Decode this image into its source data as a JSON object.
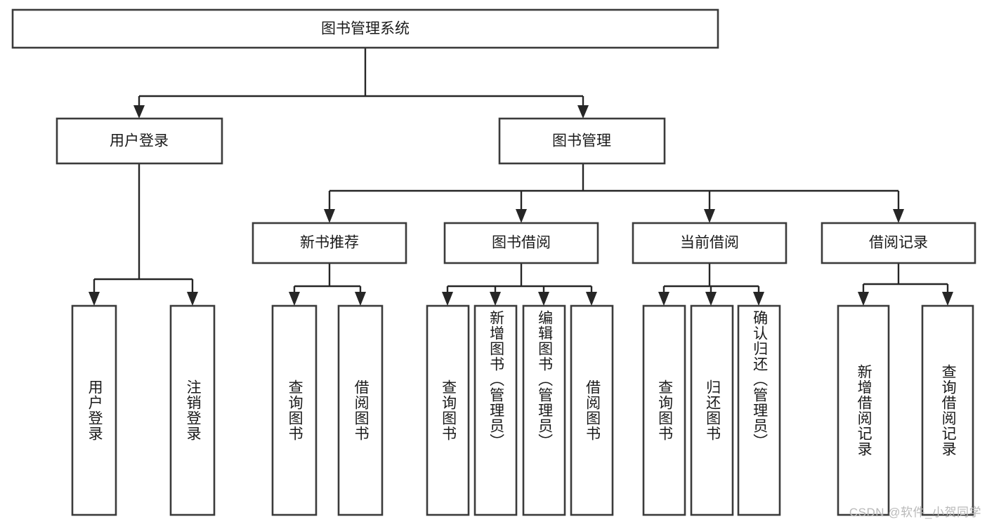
{
  "diagram": {
    "title": "图书管理系统",
    "type": "tree-hierarchy-diagram",
    "watermark": "CSDN @软件_小贺同学",
    "colors": {
      "box_stroke": "#3b3b3b",
      "box_fill": "#ffffff",
      "connector": "#262626",
      "text": "#1a1a1a",
      "watermark": "#b9b9b9",
      "background": "#ffffff"
    },
    "root": {
      "label": "图书管理系统",
      "orientation": "horizontal"
    },
    "level2": [
      {
        "label": "用户登录",
        "orientation": "horizontal"
      },
      {
        "label": "图书管理",
        "orientation": "horizontal"
      }
    ],
    "level3": [
      {
        "label": "新书推荐",
        "orientation": "horizontal"
      },
      {
        "label": "图书借阅",
        "orientation": "horizontal"
      },
      {
        "label": "当前借阅",
        "orientation": "horizontal"
      },
      {
        "label": "借阅记录",
        "orientation": "horizontal"
      }
    ],
    "leaves": {
      "user_login": [
        {
          "label": "用户登录",
          "orientation": "vertical"
        },
        {
          "label": "注销登录",
          "orientation": "vertical"
        }
      ],
      "new_book_recommend": [
        {
          "label": "查询图书",
          "orientation": "vertical"
        },
        {
          "label": "借阅图书",
          "orientation": "vertical"
        }
      ],
      "book_borrow": [
        {
          "label": "查询图书",
          "orientation": "vertical"
        },
        {
          "label": "新增图书（管理员）",
          "orientation": "vertical"
        },
        {
          "label": "编辑图书（管理员）",
          "orientation": "vertical"
        },
        {
          "label": "借阅图书",
          "orientation": "vertical"
        }
      ],
      "current_borrow": [
        {
          "label": "查询图书",
          "orientation": "vertical"
        },
        {
          "label": "归还图书",
          "orientation": "vertical"
        },
        {
          "label": "确认归还（管理员）",
          "orientation": "vertical"
        }
      ],
      "borrow_records": [
        {
          "label": "新增借阅记录",
          "orientation": "vertical"
        },
        {
          "label": "查询借阅记录",
          "orientation": "vertical"
        }
      ]
    }
  }
}
